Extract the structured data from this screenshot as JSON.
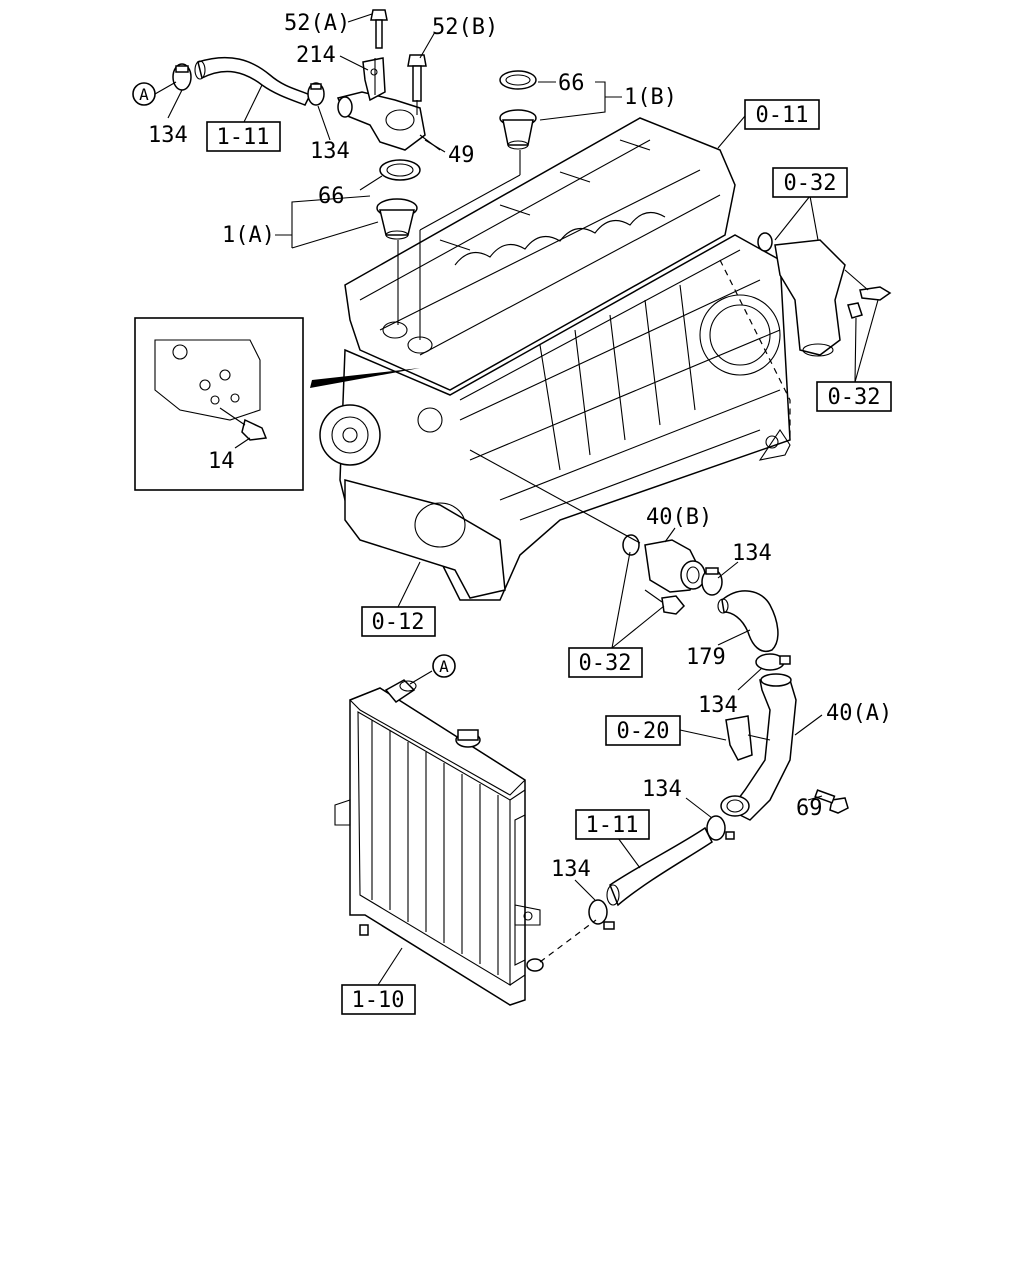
{
  "callouts": {
    "ref_a_letter": "A",
    "p52a": "52(A)",
    "p52b": "52(B)",
    "p214": "214",
    "p66_top": "66",
    "p1b": "1(B)",
    "p134_top_left": "134",
    "p134_top_mid": "134",
    "p49": "49",
    "p66_mid": "66",
    "p1a": "1(A)",
    "p14": "14",
    "p40b": "40(B)",
    "p134_mid": "134",
    "p179": "179",
    "p134_lower": "134",
    "p40a": "40(A)",
    "p69": "69",
    "p134_bottom_right": "134",
    "p134_bottom": "134"
  },
  "refs": {
    "r_1_11_top": "1-11",
    "r_0_11": "0-11",
    "r_0_32_top": "0-32",
    "r_0_32_right": "0-32",
    "r_0_12": "0-12",
    "r_0_32_bottom": "0-32",
    "r_0_20": "0-20",
    "r_1_11_bottom": "1-11",
    "r_1_10": "1-10"
  }
}
